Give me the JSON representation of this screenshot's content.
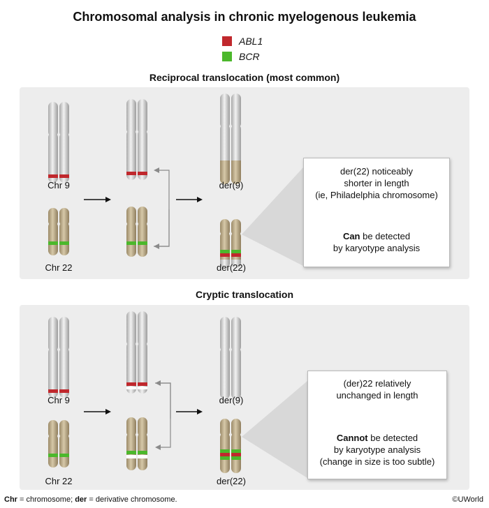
{
  "title": "Chromosomal analysis in chronic myelogenous leukemia",
  "legend": [
    {
      "label": "ABL1",
      "color": "#c0282d"
    },
    {
      "label": "BCR",
      "color": "#4cb82c"
    }
  ],
  "colors": {
    "chr9": "#cfcfcf",
    "chr22": "#b8a888",
    "panel": "#ededed"
  },
  "sections": [
    {
      "title": "Reciprocal translocation (most common)",
      "labels": {
        "chr9": "Chr 9",
        "chr22": "Chr 22",
        "der9": "der(9)",
        "der22": "der(22)"
      },
      "callout": {
        "line1": "der(22) noticeably",
        "line2": "shorter in length",
        "line3": "(ie, Philadelphia chromosome)",
        "bold": "Can",
        "rest": " be detected",
        "line5": "by karyotype analysis"
      }
    },
    {
      "title": "Cryptic translocation",
      "labels": {
        "chr9": "Chr 9",
        "chr22": "Chr 22",
        "der9": "der(9)",
        "der22": "der(22)"
      },
      "callout": {
        "line1": "(der)22 relatively",
        "line2": "unchanged in length",
        "bold": "Cannot",
        "rest": " be detected",
        "line4": "by karyotype analysis",
        "line5": "(change in size is too subtle)"
      }
    }
  ],
  "footer": {
    "chr_bold": "Chr",
    "chr_text": " = chromosome; ",
    "der_bold": "der",
    "der_text": " = derivative chromosome."
  },
  "copyright": "©UWorld"
}
